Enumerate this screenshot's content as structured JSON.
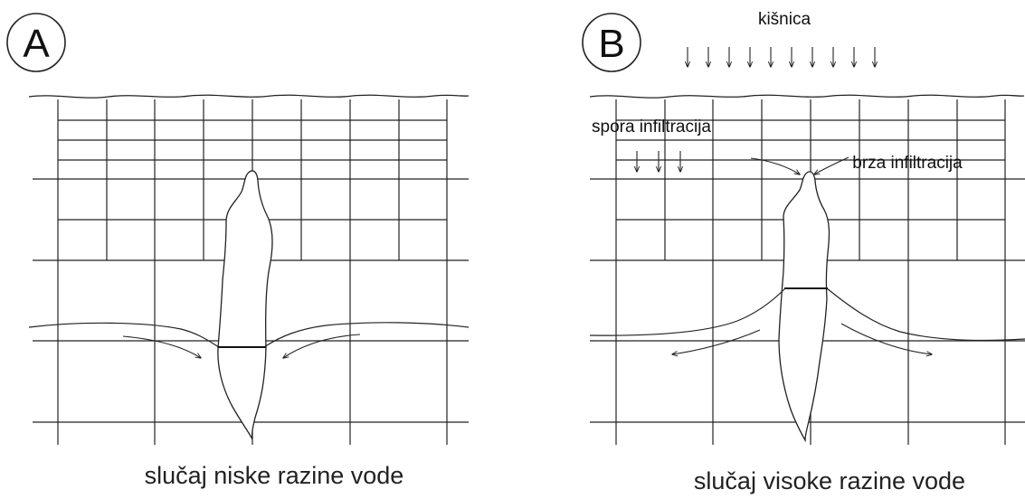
{
  "panels": [
    {
      "letter": "A",
      "caption": "slučaj niske razine vode"
    },
    {
      "letter": "B",
      "caption": "slučaj visoke razine vode",
      "rain_label": "kišnica",
      "slow_label": "spora infiltracija",
      "fast_label": "brza infiltracija"
    }
  ],
  "colors": {
    "line": "#222222",
    "background": "#ffffff"
  }
}
